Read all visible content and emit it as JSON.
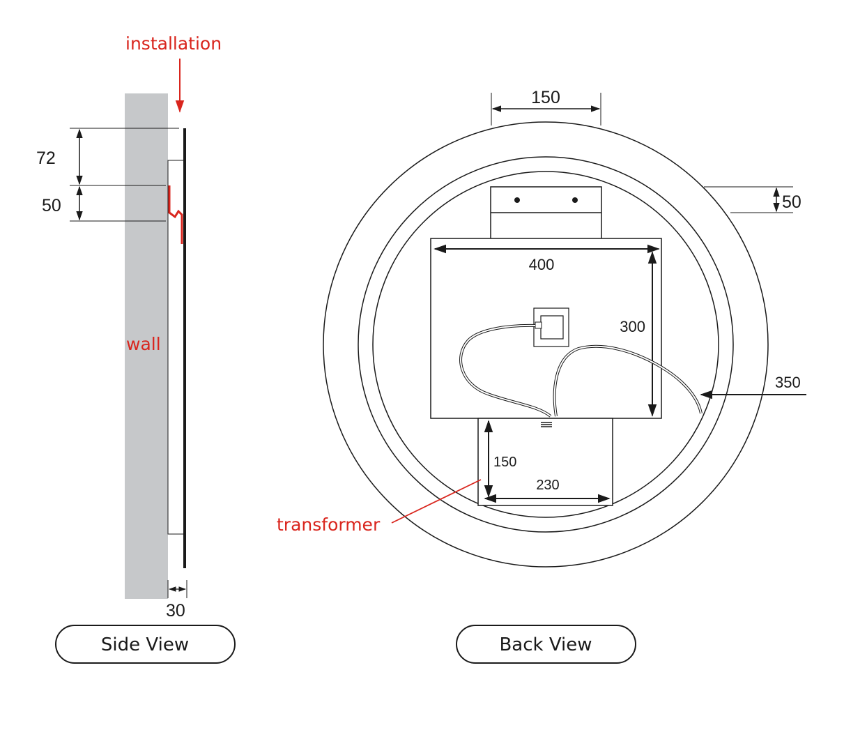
{
  "side_view": {
    "installation_label": "installation",
    "wall_label": "wall",
    "dim_72": "72",
    "dim_50": "50",
    "dim_30": "30",
    "caption": "Side View"
  },
  "back_view": {
    "dim_top_150": "150",
    "dim_right_50": "50",
    "dim_400": "400",
    "dim_300": "300",
    "dim_350": "350",
    "dim_150": "150",
    "dim_230": "230",
    "transformer_label": "transformer",
    "caption": "Back View"
  },
  "colors": {
    "annotation_red": "#d9251d",
    "wall_gray": "#c6c8ca",
    "line_black": "#1a1a1a"
  }
}
